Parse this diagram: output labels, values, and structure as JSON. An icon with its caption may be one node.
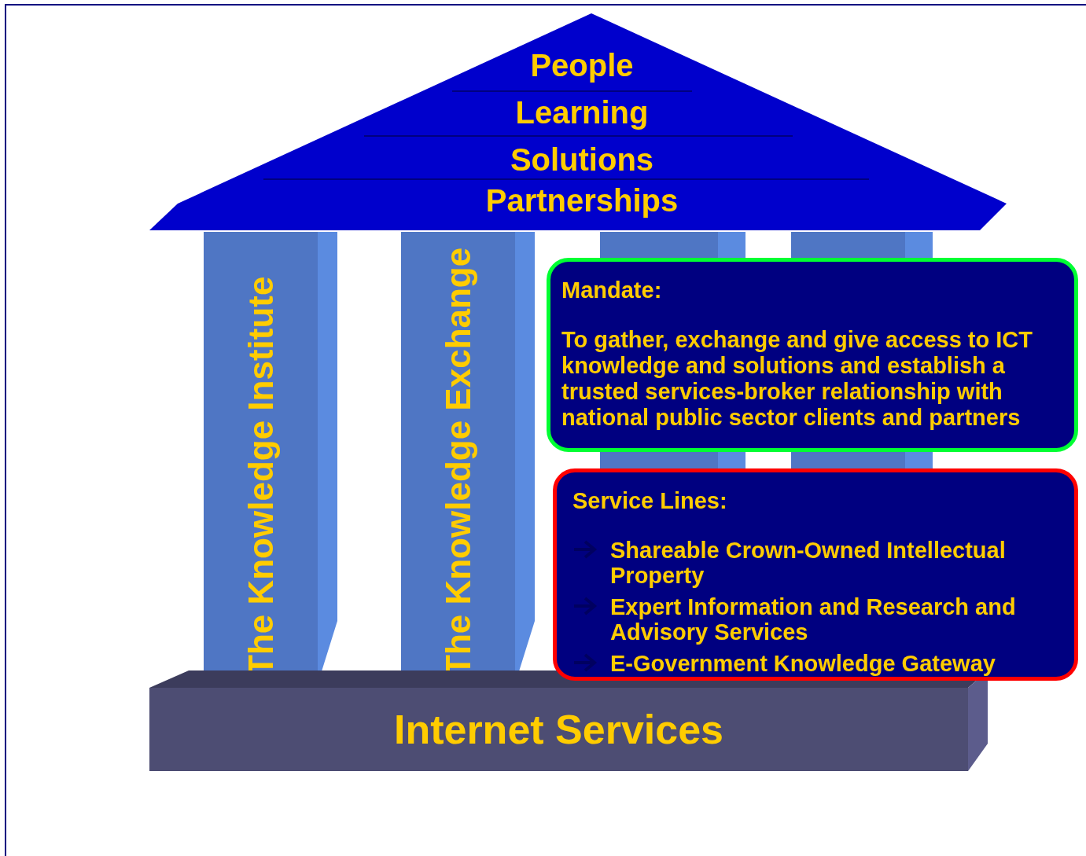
{
  "diagram": {
    "nodes": [
      {
        "text": [
          "People",
          "Learning",
          "Solutions",
          "Partnerships"
        ]
      },
      {
        "text": [
          "The Knowledge Institute"
        ]
      },
      {
        "text": [
          "The Knowledge Exchange"
        ]
      },
      {
        "text": [
          "Internet Services"
        ]
      },
      {
        "text": [
          "Mandate:",
          "To gather, exchange and give access to ICT knowledge and solutions and establish a trusted services-broker relationship with national public sector clients and partners"
        ]
      },
      {
        "text": [
          "Service Lines:",
          "Shareable Crown-Owned Intellectual Property",
          "Expert Information and Research and Advisory Services",
          "E-Government Knowledge Gateway"
        ]
      }
    ],
    "edges": []
  }
}
